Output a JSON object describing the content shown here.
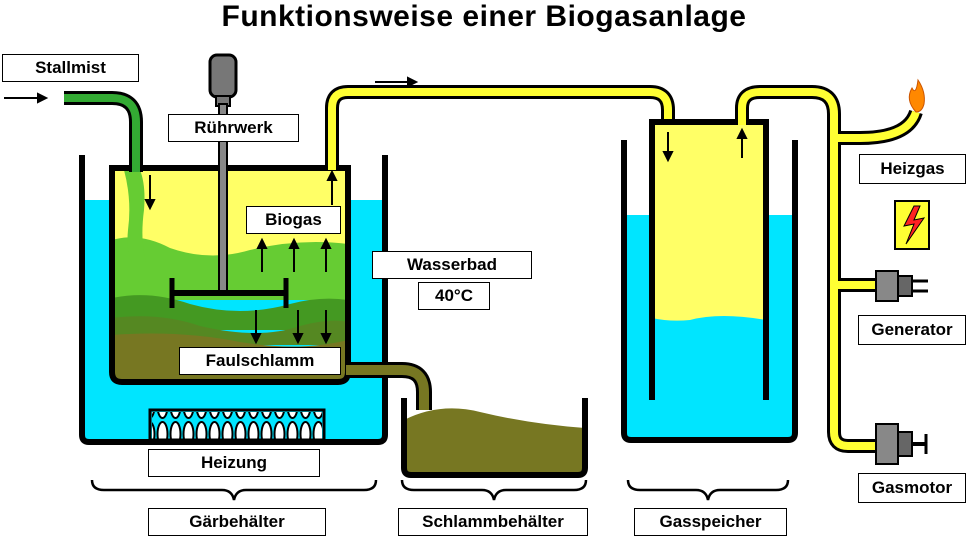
{
  "title": "Funktionsweise einer Biogasanlage",
  "labels": {
    "stallmist": "Stallmist",
    "ruehrwerk": "Rührwerk",
    "biogas": "Biogas",
    "wasserbad": "Wasserbad",
    "temperatur": "40°C",
    "faulschlamm": "Faulschlamm",
    "heizung": "Heizung",
    "heizgas": "Heizgas",
    "generator": "Generator",
    "gasmotor": "Gasmotor"
  },
  "sections": {
    "gaerbehaelter": "Gärbehälter",
    "schlammbehaelter": "Schlammbehälter",
    "gasspeicher": "Gasspeicher"
  },
  "colors": {
    "water": "#00e5ff",
    "gas": "#ffff66",
    "pipe_gas": "#ffff33",
    "pipe_manure": "#33aa33",
    "manure_light": "#66cc33",
    "manure_mid": "#449922",
    "sludge": "#777722",
    "motor": "#777777",
    "flame": "#ff8800",
    "warning_bg": "#ffff33",
    "warning_bolt": "#ff2222"
  },
  "icons": [
    "flame-icon",
    "high-voltage-warning-icon",
    "electric-plug-icon",
    "gas-engine-icon",
    "motor-icon",
    "heating-coil-icon"
  ]
}
